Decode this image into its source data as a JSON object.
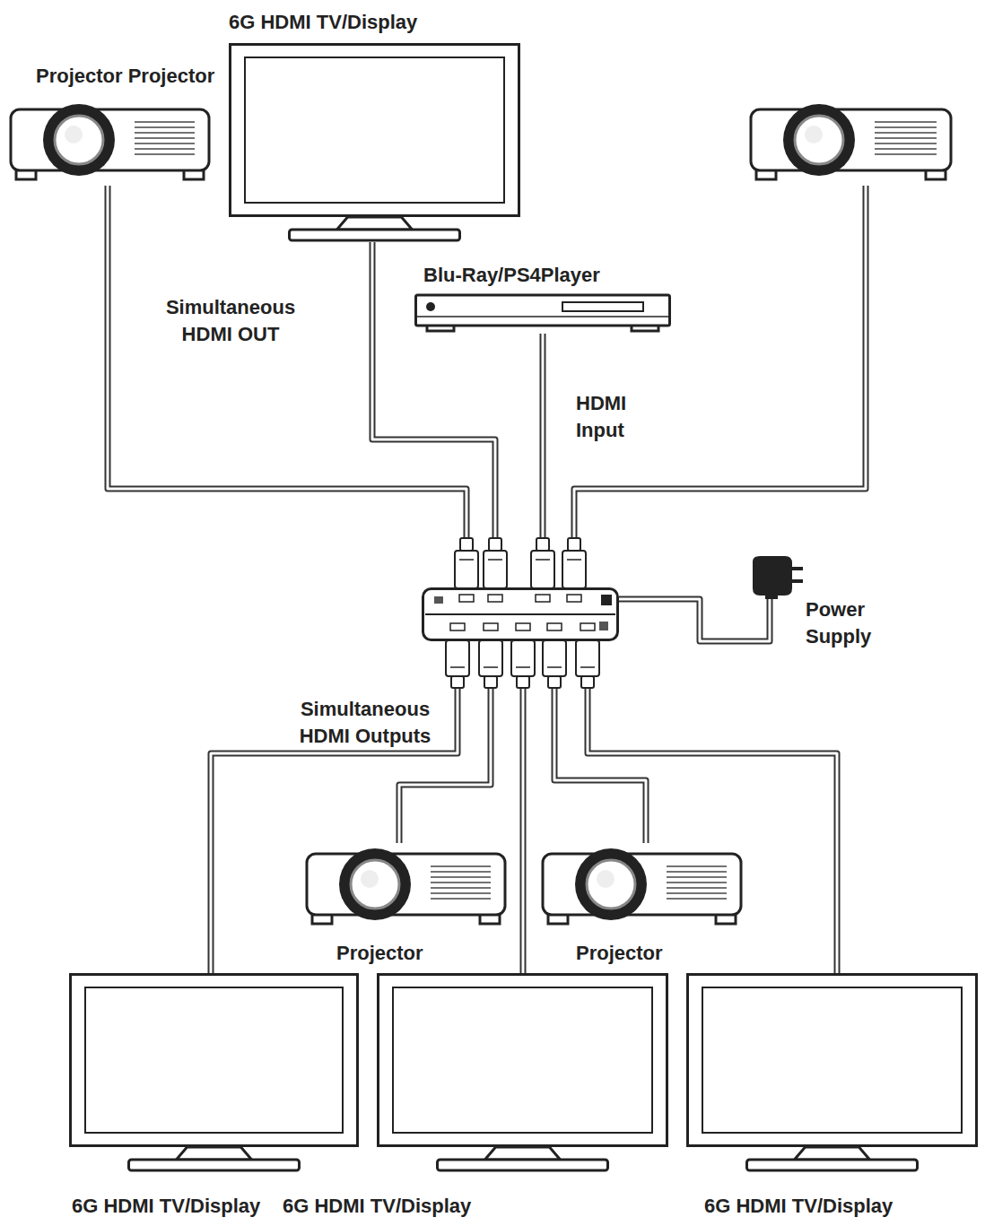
{
  "diagram": {
    "nodes": [
      {
        "text": [
          "6G HDMI TV/Display"
        ]
      },
      {
        "text": [
          "Projector Projector"
        ]
      },
      {
        "text": []
      },
      {
        "text": [
          "Blu-Ray/PS4Player"
        ]
      },
      {
        "text": []
      },
      {
        "text": [
          "Power Supply"
        ]
      },
      {
        "text": [
          "Projector"
        ]
      },
      {
        "text": [
          "Projector"
        ]
      },
      {
        "text": [
          "6G HDMI TV/Display"
        ]
      },
      {
        "text": [
          "6G HDMI TV/Display"
        ]
      },
      {
        "text": [
          "6G HDMI TV/Display"
        ]
      }
    ],
    "edges": [
      {
        "from": 4,
        "to": 1,
        "arrow": "none"
      },
      {
        "from": 4,
        "to": 0,
        "arrow": "none"
      },
      {
        "from": 3,
        "to": 4,
        "label": "HDMI Input",
        "arrow": "none"
      },
      {
        "from": 4,
        "to": 2,
        "arrow": "none"
      },
      {
        "from": 4,
        "to": 5,
        "arrow": "none"
      },
      {
        "from": 4,
        "to": 8,
        "arrow": "none"
      },
      {
        "from": 4,
        "to": 6,
        "arrow": "none"
      },
      {
        "from": 4,
        "to": 9,
        "arrow": "none"
      },
      {
        "from": 4,
        "to": 7,
        "arrow": "none"
      },
      {
        "from": 4,
        "to": 10,
        "arrow": "none"
      }
    ],
    "labels": [
      "Simultaneous HDMI OUT",
      "Simultaneous HDMI Outputs"
    ]
  }
}
